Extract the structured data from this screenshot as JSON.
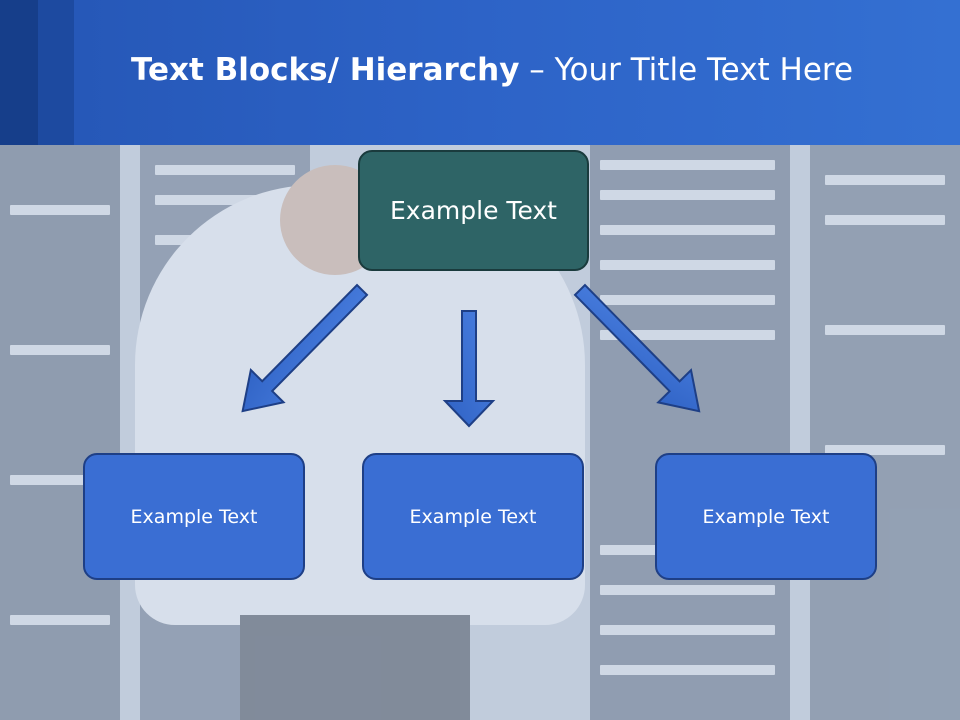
{
  "title": {
    "bold": "Text Blocks/ Hierarchy",
    "dash": " – ",
    "rest": "Your Title Text Here"
  },
  "diagram": {
    "top": {
      "label": "Example Text"
    },
    "children": [
      {
        "label": "Example Text"
      },
      {
        "label": "Example Text"
      },
      {
        "label": "Example Text"
      }
    ]
  },
  "colors": {
    "header": "#2d63c7",
    "top_box": "#2e6466",
    "child_box": "#3a6ed3",
    "arrow": "#3a6ed3"
  }
}
